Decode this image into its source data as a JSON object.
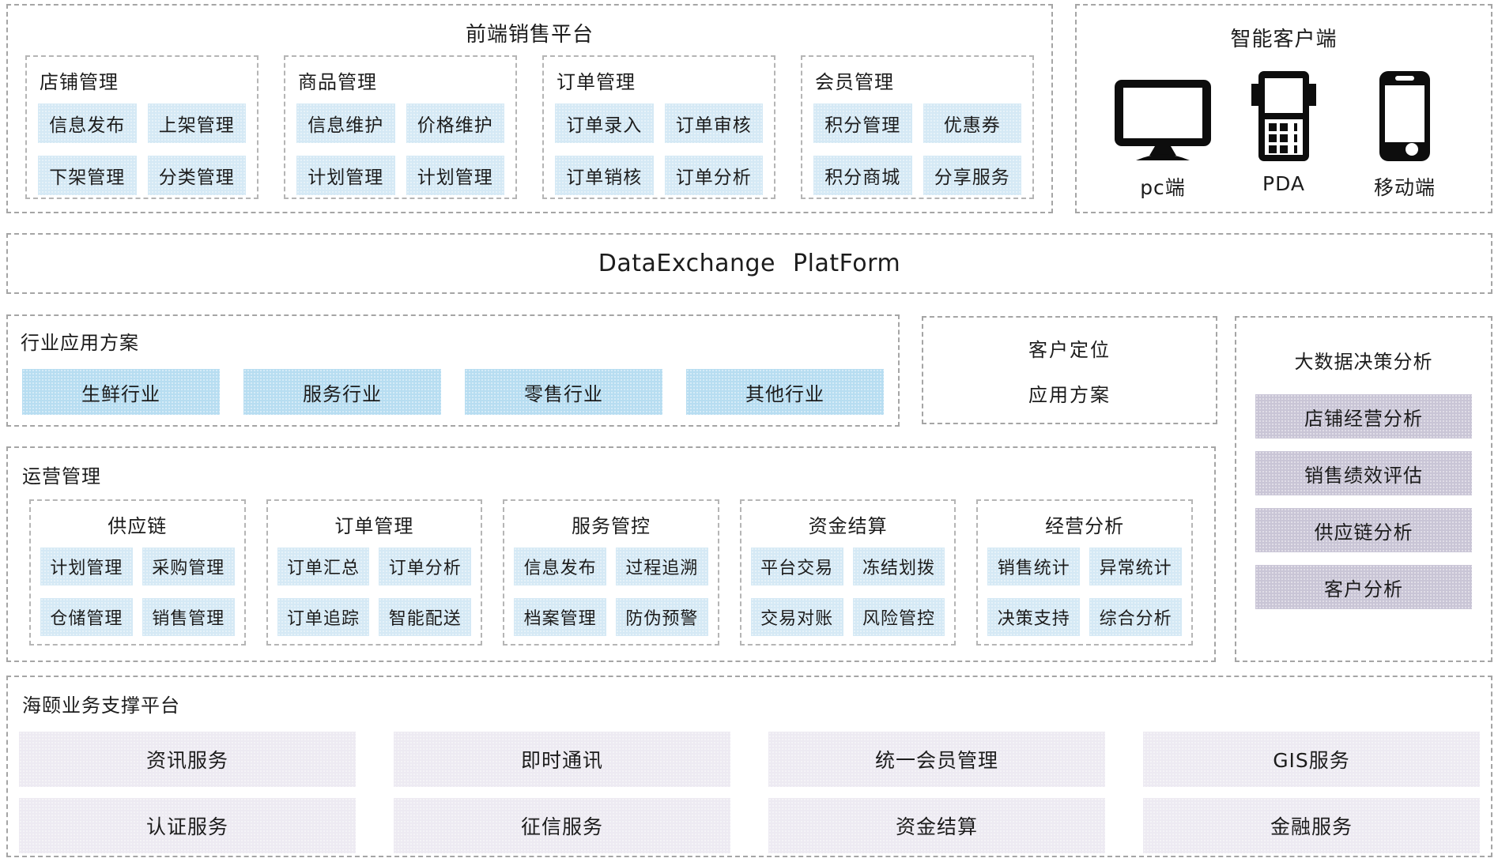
{
  "colors": {
    "chip_blue": "#d5e9f5",
    "chip_deep_blue": "#b7ddf1",
    "chip_lavender": "#c9c5d6",
    "chip_light_lavender": "#edeaf2",
    "dashed_border": "#a5a5a5"
  },
  "front_platform": {
    "title": "前端销售平台",
    "groups": [
      {
        "title": "店铺管理",
        "items": [
          "信息发布",
          "上架管理",
          "下架管理",
          "分类管理"
        ]
      },
      {
        "title": "商品管理",
        "items": [
          "信息维护",
          "价格维护",
          "计划管理",
          "计划管理"
        ]
      },
      {
        "title": "订单管理",
        "items": [
          "订单录入",
          "订单审核",
          "订单销核",
          "订单分析"
        ]
      },
      {
        "title": "会员管理",
        "items": [
          "积分管理",
          "优惠券",
          "积分商城",
          "分享服务"
        ]
      }
    ]
  },
  "smart_client": {
    "title": "智能客户端",
    "devices": [
      {
        "label": "pc端",
        "icon": "monitor-icon"
      },
      {
        "label": "PDA",
        "icon": "pda-icon"
      },
      {
        "label": "移动端",
        "icon": "smartphone-icon"
      }
    ]
  },
  "data_exchange": {
    "title": "DataExchange PlatForm"
  },
  "industry": {
    "title": "行业应用方案",
    "items": [
      "生鲜行业",
      "服务行业",
      "零售行业",
      "其他行业"
    ]
  },
  "customer_positioning": {
    "line1": "客户定位",
    "line2": "应用方案"
  },
  "big_data": {
    "title": "大数据决策分析",
    "items": [
      "店铺经营分析",
      "销售绩效评估",
      "供应链分析",
      "客户分析"
    ]
  },
  "operations": {
    "title": "运营管理",
    "groups": [
      {
        "title": "供应链",
        "items": [
          "计划管理",
          "采购管理",
          "仓储管理",
          "销售管理"
        ]
      },
      {
        "title": "订单管理",
        "items": [
          "订单汇总",
          "订单分析",
          "订单追踪",
          "智能配送"
        ]
      },
      {
        "title": "服务管控",
        "items": [
          "信息发布",
          "过程追溯",
          "档案管理",
          "防伪预警"
        ]
      },
      {
        "title": "资金结算",
        "items": [
          "平台交易",
          "冻结划拨",
          "交易对账",
          "风险管控"
        ]
      },
      {
        "title": "经营分析",
        "items": [
          "销售统计",
          "异常统计",
          "决策支持",
          "综合分析"
        ]
      }
    ]
  },
  "support": {
    "title": "海颐业务支撑平台",
    "items": [
      "资讯服务",
      "即时通讯",
      "统一会员管理",
      "GIS服务",
      "认证服务",
      "征信服务",
      "资金结算",
      "金融服务"
    ]
  }
}
